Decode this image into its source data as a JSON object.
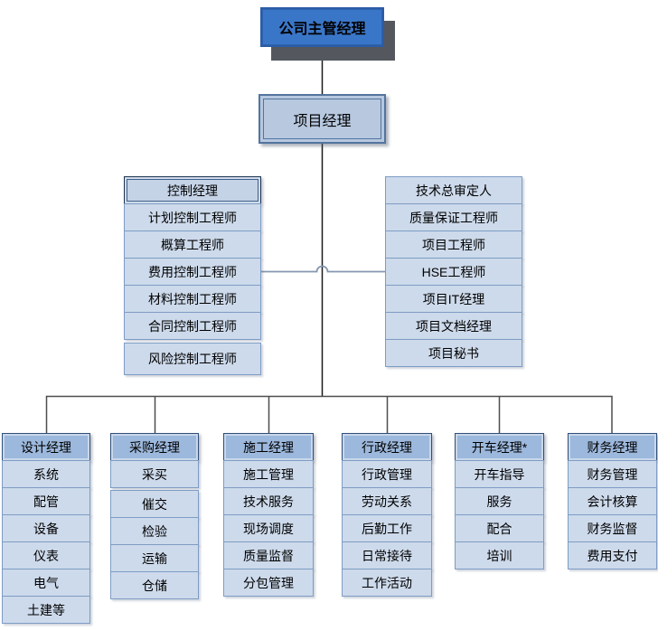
{
  "org": {
    "root": {
      "label": "公司主管经理"
    },
    "level2": {
      "label": "项目经理"
    },
    "left_branch": {
      "header": "控制经理",
      "items": [
        "计划控制工程师",
        "概算工程师",
        "费用控制工程师",
        "材料控制工程师",
        "合同控制工程师",
        "风险控制工程师"
      ]
    },
    "right_branch": {
      "header": "技术总审定人",
      "items": [
        "质量保证工程师",
        "项目工程师",
        "HSE工程师",
        "项目IT经理",
        "项目文档经理",
        "项目秘书"
      ]
    },
    "bottom_columns": [
      {
        "header": "设计经理",
        "items": [
          "系统",
          "配管",
          "设备",
          "仪表",
          "电气",
          "土建等"
        ]
      },
      {
        "header": "采购经理",
        "items": [
          "采买",
          "催交",
          "检验",
          "运输",
          "仓储"
        ]
      },
      {
        "header": "施工经理",
        "items": [
          "施工管理",
          "技术服务",
          "现场调度",
          "质量监督",
          "分包管理"
        ]
      },
      {
        "header": "行政经理",
        "items": [
          "行政管理",
          "劳动关系",
          "后勤工作",
          "日常接待",
          "工作活动"
        ]
      },
      {
        "header": "开车经理*",
        "items": [
          "开车指导",
          "服务",
          "配合",
          "培训"
        ]
      },
      {
        "header": "财务经理",
        "items": [
          "财务管理",
          "会计核算",
          "财务监督",
          "费用支付"
        ]
      }
    ],
    "colors": {
      "root_fill": "#3A76C8",
      "root_border": "#2B5CA6",
      "root_shadow": "#54585E",
      "pm_fill": "#B7C8DF",
      "pm_border": "#54749E",
      "item_fill": "#CDDAEB",
      "item_border": "#7E9CC4",
      "header_fill": "#9CB8DC",
      "header_border": "#30507A",
      "light_header_fill": "#C5D3E7",
      "trunk_line": "#1A1A1A",
      "branch_line": "#8496B0",
      "bottom_line": "#4D4D4D"
    }
  }
}
